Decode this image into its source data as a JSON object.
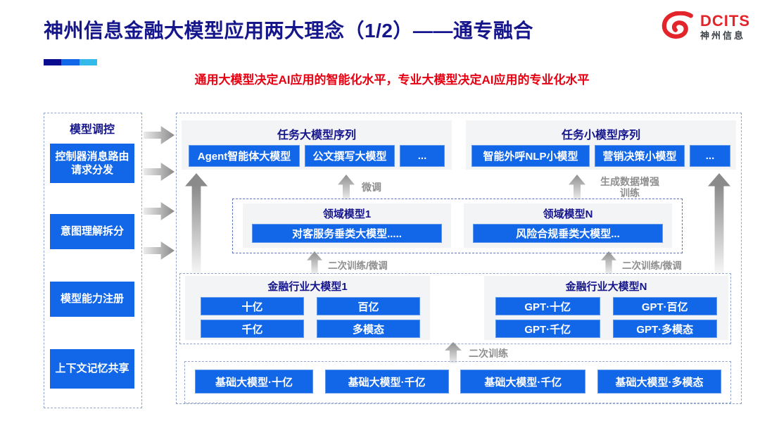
{
  "header": {
    "title": "神州信息金融大模型应用两大理念（1/2）——通专融合",
    "subtitle": "通用大模型决定AI应用的智能化水平，专业大模型决定AI应用的专业化水平",
    "logo": {
      "brand": "DCITS",
      "company": "神州信息"
    },
    "accent_bar_colors": [
      "#0A0A8F",
      "#1266E8",
      "#33B9EA"
    ]
  },
  "colors": {
    "accent_blue": "#1266E8",
    "title_navy": "#15158C",
    "subtitle_red": "#E60012",
    "logo_red": "#E3242B",
    "panel_gray": "#F3F4F6",
    "arrow_gray": "#8E8E8E"
  },
  "sidebar": {
    "title": "模型调控",
    "items": [
      "控制器消息路由请求分发",
      "意图理解拆分",
      "模型能力注册",
      "上下文记忆共享"
    ]
  },
  "diagram": {
    "task_large": {
      "title": "任务大模型序列",
      "items": [
        "Agent智能体大模型",
        "公文撰写大模型",
        "..."
      ]
    },
    "task_small": {
      "title": "任务小模型序列",
      "items": [
        "智能外呼NLP小模型",
        "营销决策小模型",
        "..."
      ]
    },
    "labels": {
      "finetune": "微调",
      "gen_data_1": "生成数据增强",
      "gen_data_2": "训练",
      "retrain_ft_left": "二次训练/微调",
      "retrain_ft_right": "二次训练/微调",
      "retrain": "二次训练"
    },
    "domain": {
      "left": {
        "title": "领域模型1",
        "item": "对客服务垂类大模型....."
      },
      "right": {
        "title": "领域模型N",
        "item": "风险合规垂类大模型..."
      }
    },
    "industry": {
      "left": {
        "title": "金融行业大模型1",
        "items": [
          "十亿",
          "百亿",
          "千亿",
          "多模态"
        ]
      },
      "right": {
        "title": "金融行业大模型N",
        "items": [
          "GPT·十亿",
          "GPT·百亿",
          "GPT·千亿",
          "GPT·多模态"
        ]
      }
    },
    "base_models": [
      "基础大模型·十亿",
      "基础大模型·千亿",
      "基础大模型·千亿",
      "基础大模型·多模态"
    ]
  }
}
